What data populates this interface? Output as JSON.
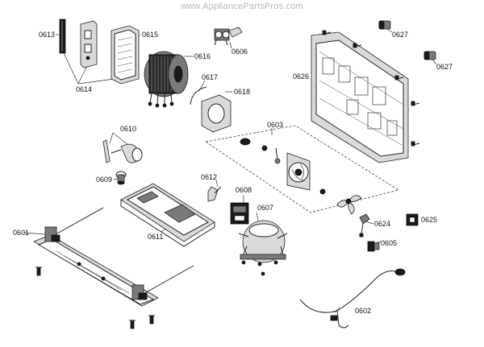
{
  "watermark": "www.AppliancePartsPros.com",
  "callouts": {
    "p0613": "0613",
    "p0614": "0614",
    "p0615": "0615",
    "p0616": "0616",
    "p0617": "0617",
    "p0618": "0618",
    "p0606": "0606",
    "p0626": "0626",
    "p0627a": "0627",
    "p0627b": "0627",
    "p0610": "0610",
    "p0609": "0609",
    "p0603": "0603",
    "p0612": "0612",
    "p0608": "0608",
    "p0607": "0607",
    "p0611": "0611",
    "p0601": "0601",
    "p0624": "0624",
    "p0625": "0625",
    "p0605": "0605",
    "p0602": "0602"
  }
}
